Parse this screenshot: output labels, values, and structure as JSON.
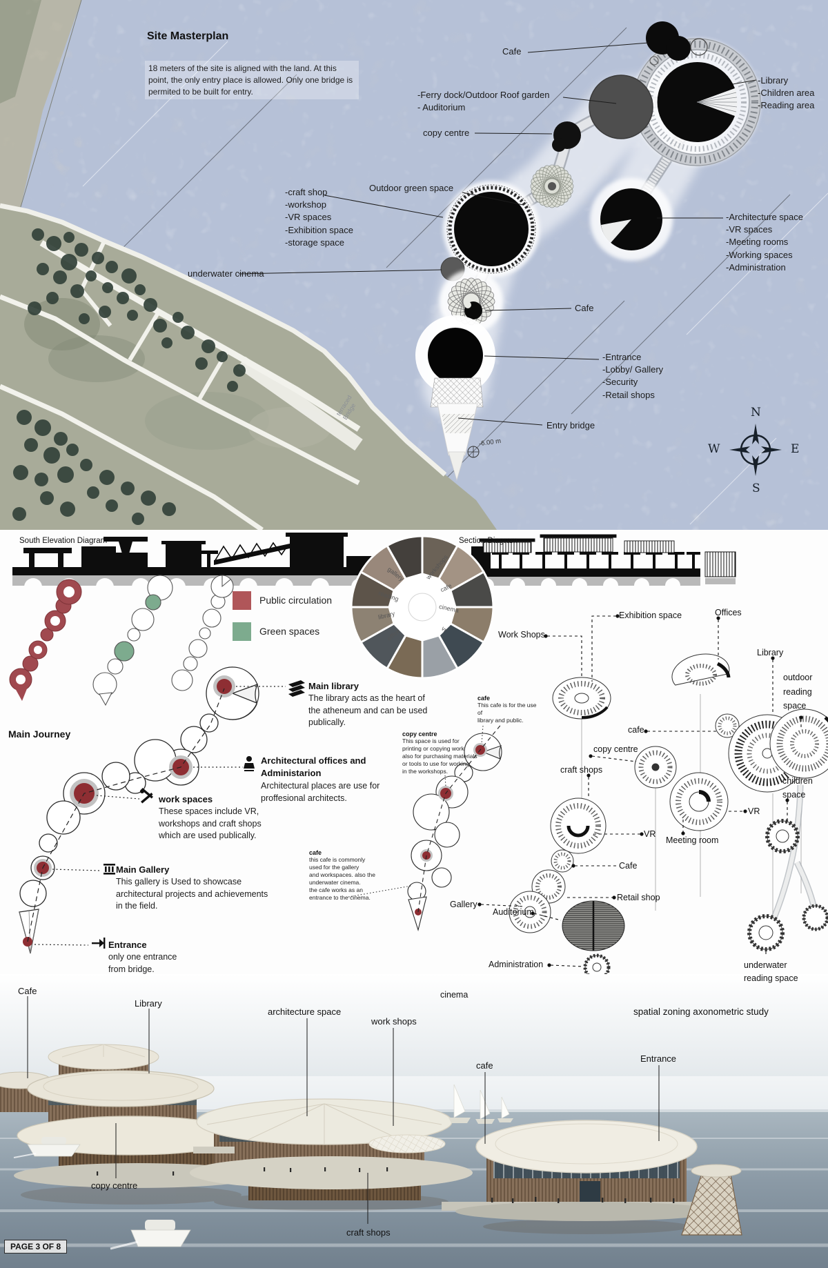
{
  "masterplan": {
    "title": "Site Masterplan",
    "description": "18 meters of the site is aligned with the land. At this point, the only entry place is allowed. Only one bridge is permited to be built for entry.",
    "labels": {
      "cafe_top": "Cafe",
      "ferry_group": "-Ferry dock/Outdoor Roof garden\n- Auditorium",
      "copy_centre": "copy centre",
      "library_group": "-Library\n-Children area\n-Reading area",
      "outdoor_green": "Outdoor green space",
      "craft_group": "-craft shop\n-workshop\n-VR spaces\n-Exhibition space\n-storage space",
      "architecture_group": "-Architecture space\n-VR spaces\n-Meeting rooms\n-Working spaces\n-Administration",
      "underwater_cinema": "underwater cinema",
      "cafe_mid": "Cafe",
      "entrance_group": "-Entrance\n-Lobby/ Gallery\n-Security\n-Retail shops",
      "entry_bridge": "Entry bridge",
      "bridge_rotated": "terraced\nBridge",
      "depth_mark": "-6.00 m"
    },
    "compass": {
      "n": "N",
      "e": "E",
      "s": "S",
      "w": "W"
    }
  },
  "diagrams": {
    "south_elevation": "South Elevation Diagram",
    "section": "Section Diagram"
  },
  "legend": {
    "public": "Public circulation",
    "green": "Green spaces",
    "public_color": "#b05659",
    "green_color": "#7dab8e"
  },
  "collage": {
    "words": [
      "gallery",
      "reading",
      "library",
      "office",
      "workshops",
      "cafe",
      "cinema",
      "vr"
    ]
  },
  "journey": {
    "heading": "Main Journey",
    "items": [
      {
        "title": "Main library",
        "body": "The library acts as the heart of\nthe atheneum and can be used\npublically."
      },
      {
        "title": "Architectural offices and\nAdministarion",
        "body": "Architectural places are use for\nproffesional architects."
      },
      {
        "title": "work spaces",
        "body": "These spaces include VR,\nworkshops and craft shops\nwhich are used publically."
      },
      {
        "title": "Main Gallery",
        "body": "This gallery is Used to showcase\narchitectural projects and achievements\nin the field."
      },
      {
        "title": "Entrance",
        "body": "only one entrance\nfrom bridge."
      }
    ],
    "notes": [
      {
        "title": "cafe",
        "body": "This cafe is for the use of\nlibrary and public."
      },
      {
        "title": "copy centre",
        "body": "This space is used for\nprinting or copying work\nalso for purchasing materials\nor tools to use for working\nin the workshops."
      },
      {
        "title": "cafe",
        "body": "this cafe is commonly\nused for the gallery\nand workspaces. also the\nunderwater cinema.\nthe cafe works as an\nentrance to the cinema."
      }
    ]
  },
  "axonometric": {
    "caption": "spatial zoning axonometric study",
    "labels": {
      "work_shops": "Work Shops",
      "exhibition": "Exhibition space",
      "offices": "Offices",
      "library": "Library",
      "outdoor_reading": "outdoor\nreading\nspace",
      "cafe_left": "cafe",
      "copy_centre": "copy centre",
      "craft_shops": "craft shops",
      "vr_left": "VR",
      "vr_right": "VR",
      "meeting_room": "Meeting room",
      "children": "children\nspace",
      "cafe_chain": "Cafe",
      "retail": "Retail shop",
      "gallery": "Gallery",
      "auditorium": "Auditorium",
      "administration": "Administration",
      "underwater_reading": "underwater\nreading space",
      "cinema": "cinema"
    }
  },
  "render": {
    "labels": {
      "cafe_left": "Cafe",
      "library": "Library",
      "architecture_space": "architecture space",
      "work_shops": "work shops",
      "cafe_mid": "cafe",
      "entrance": "Entrance",
      "copy_centre": "copy centre",
      "craft_shops": "craft shops"
    }
  },
  "footer": {
    "page_badge": "PAGE 3 OF 8"
  }
}
